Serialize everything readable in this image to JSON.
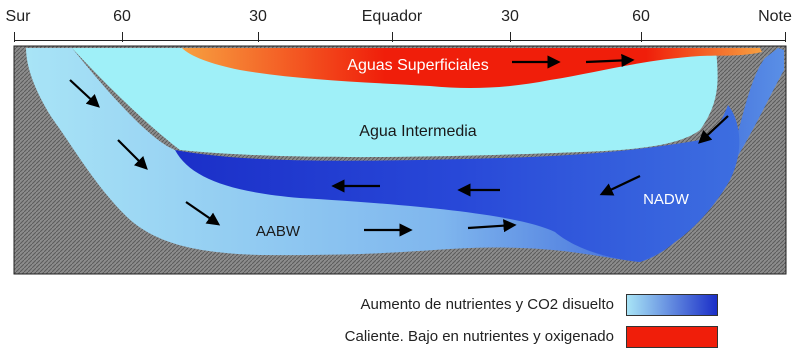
{
  "axis": {
    "labels": [
      {
        "key": "sur",
        "text": "Sur"
      },
      {
        "key": "s60",
        "text": "60"
      },
      {
        "key": "s30",
        "text": "30"
      },
      {
        "key": "eq",
        "text": "Equador"
      },
      {
        "key": "n30",
        "text": "30"
      },
      {
        "key": "n60",
        "text": "60"
      },
      {
        "key": "note",
        "text": "Note"
      }
    ]
  },
  "water_masses": {
    "surface": "Aguas Superficiales",
    "intermediate": "Agua Intermedia",
    "nadw": "NADW",
    "aabw": "AABW"
  },
  "legend": [
    {
      "text": "Aumento de nutrientes y CO2 disuelto"
    },
    {
      "text": "Caliente. Bajo en nutrientes y oxigenado"
    }
  ],
  "colors": {
    "seafloor": "#7a7a7a",
    "intermediate": "#9ff0f8",
    "surface_warm": "#f01e0a",
    "surface_edge": "#f7a040",
    "deep_light": "#a8e4f6",
    "deep_dark": "#1b2fc8",
    "arrow": "#000000"
  }
}
